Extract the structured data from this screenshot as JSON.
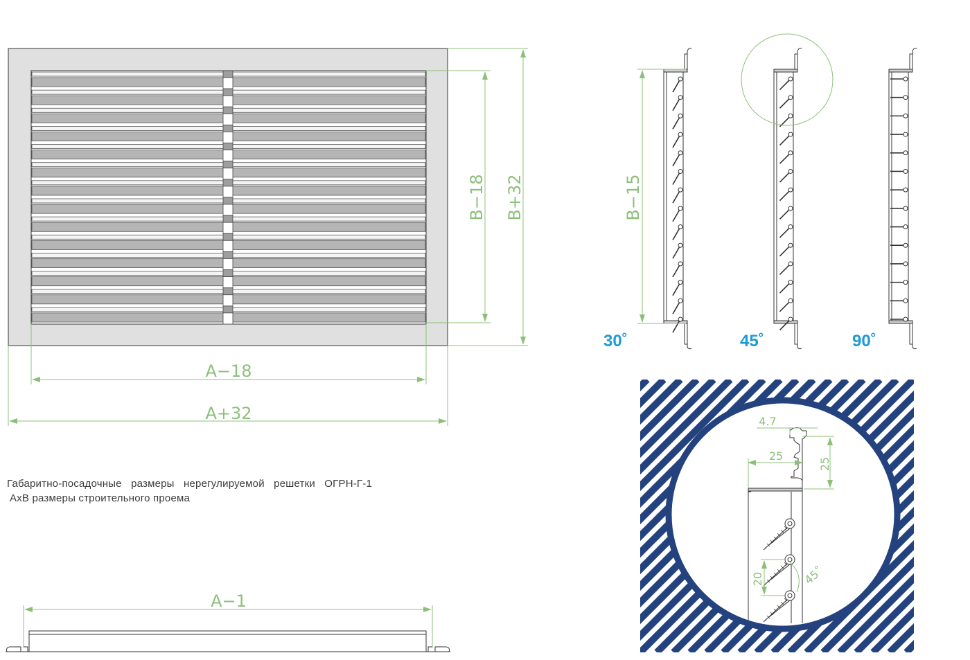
{
  "title": "Габаритно-посадочные размеры нерегулируемой решетки ОГРН-Г-1",
  "subtitle": "AxB размеры строительного проема",
  "dimensions": {
    "inner_width": "A−18",
    "outer_width": "A+32",
    "inner_height": "B−18",
    "outer_height": "B+32",
    "side_height": "B−15",
    "bottom_width": "A−1"
  },
  "views": [
    {
      "label": "30˚",
      "angle_deg": 30
    },
    {
      "label": "45˚",
      "angle_deg": 45
    },
    {
      "label": "90˚",
      "angle_deg": 90
    }
  ],
  "detail": {
    "flange_offset": "4.7",
    "frame_depth": "25",
    "frame_height": "25",
    "blade_pitch": "20",
    "blade_angle": "45˚"
  },
  "colors": {
    "dimension": "#8cc07a",
    "angle_label": "#1f9bd2",
    "hatch": "#23427e",
    "frame_fill": "#e0e0e0",
    "blade_fill": "#b5b5b5",
    "outline": "#333333"
  }
}
